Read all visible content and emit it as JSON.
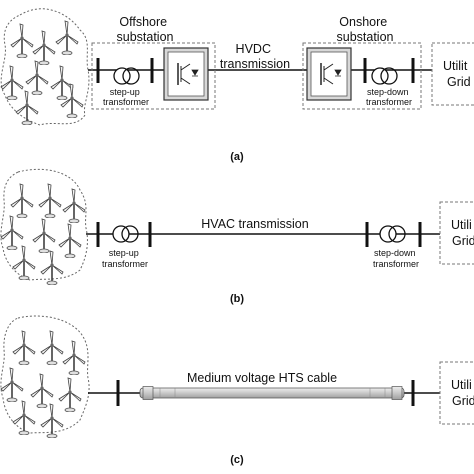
{
  "panels": [
    {
      "caption": "(a)",
      "offshore_label": [
        "Offshore",
        "substation"
      ],
      "onshore_label": [
        "Onshore",
        "substation"
      ],
      "link_label": [
        "HVDC",
        "transmission"
      ],
      "left_transformer": [
        "step-up",
        "transformer"
      ],
      "right_transformer": [
        "step-down",
        "transformer"
      ],
      "grid_label": [
        "Utilit",
        "Grid"
      ]
    },
    {
      "caption": "(b)",
      "link_label": [
        "HVAC transmission"
      ],
      "left_transformer": [
        "step-up",
        "transformer"
      ],
      "right_transformer": [
        "step-down",
        "transformer"
      ],
      "grid_label": [
        "Utili",
        "Grid"
      ]
    },
    {
      "caption": "(c)",
      "link_label": [
        "Medium voltage HTS cable"
      ],
      "grid_label": [
        "Utili",
        "Grid"
      ]
    }
  ]
}
